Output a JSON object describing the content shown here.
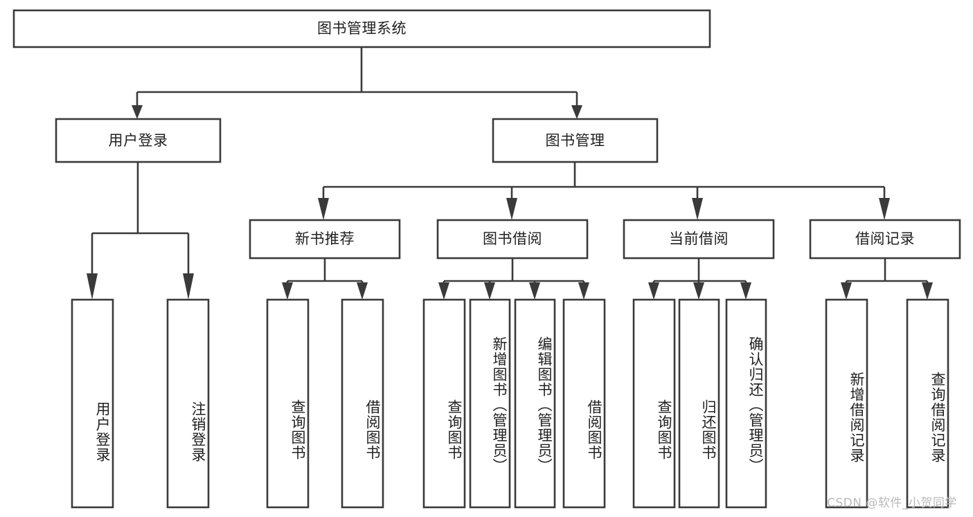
{
  "diagram": {
    "type": "tree-hierarchy-chart",
    "title": "图书管理系统",
    "orientation": "top-down",
    "line_color": "#3a3a3a",
    "box_fill": "#ffffff",
    "text_color": "#1f1f1f",
    "root": {
      "label": "图书管理系统",
      "id": "root"
    },
    "level2": [
      {
        "id": "user-login",
        "label": "用户登录"
      },
      {
        "id": "book-management",
        "label": "图书管理"
      }
    ],
    "level3": [
      {
        "id": "new-book-recommend",
        "label": "新书推荐",
        "parent": "book-management"
      },
      {
        "id": "book-borrow",
        "label": "图书借阅",
        "parent": "book-management"
      },
      {
        "id": "current-borrow",
        "label": "当前借阅",
        "parent": "book-management"
      },
      {
        "id": "borrow-record",
        "label": "借阅记录",
        "parent": "book-management"
      }
    ],
    "leaves": {
      "user-login": [
        {
          "id": "leaf-user-login",
          "label": "用户登录"
        },
        {
          "id": "leaf-user-logout",
          "label": "注销登录"
        }
      ],
      "new-book-recommend": [
        {
          "id": "leaf-query-book-1",
          "label": "查询图书"
        },
        {
          "id": "leaf-borrow-book-1",
          "label": "借阅图书"
        }
      ],
      "book-borrow": [
        {
          "id": "leaf-query-book-2",
          "label": "查询图书"
        },
        {
          "id": "leaf-add-book",
          "label": "新增图书（管理员）"
        },
        {
          "id": "leaf-edit-book",
          "label": "编辑图书（管理员）"
        },
        {
          "id": "leaf-borrow-book-2",
          "label": "借阅图书"
        }
      ],
      "current-borrow": [
        {
          "id": "leaf-query-book-3",
          "label": "查询图书"
        },
        {
          "id": "leaf-return-book",
          "label": "归还图书"
        },
        {
          "id": "leaf-confirm-return",
          "label": "确认归还（管理员）"
        }
      ],
      "borrow-record": [
        {
          "id": "leaf-add-record",
          "label": "新增借阅记录"
        },
        {
          "id": "leaf-query-record",
          "label": "查询借阅记录"
        }
      ]
    }
  },
  "watermark": {
    "text": "CSDN @软件_小贺同学"
  }
}
